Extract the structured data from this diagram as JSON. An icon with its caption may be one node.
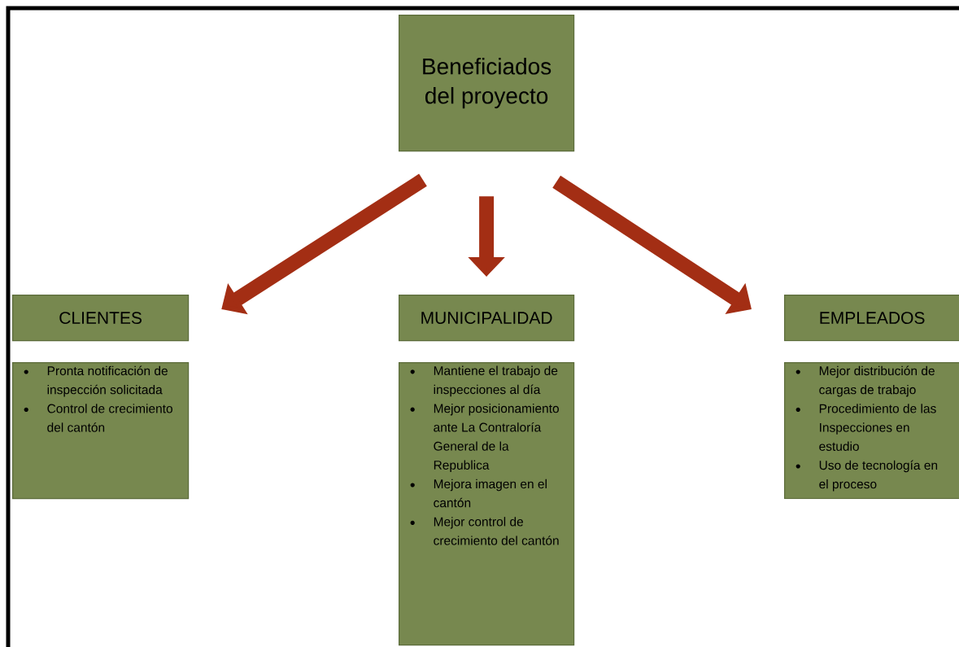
{
  "diagram": {
    "nodes": [
      {
        "text": [
          "Beneficiados del proyecto"
        ]
      },
      {
        "text": [
          "CLIENTES"
        ]
      },
      {
        "text": [
          "MUNICIPALIDAD"
        ]
      },
      {
        "text": [
          "EMPLEADOS"
        ]
      },
      {
        "text": [
          "Pronta notificación de inspección solicitada",
          "Control de crecimiento del cantón"
        ]
      },
      {
        "text": [
          "Mantiene el trabajo de inspecciones al día",
          "Mejor posicionamiento ante La Contraloría General de la Republica",
          "Mejora imagen en el cantón",
          "Mejor control de crecimiento del cantón"
        ]
      },
      {
        "text": [
          "Mejor distribución de cargas de trabajo",
          "Procedimiento de las Inspecciones en estudio",
          "Uso de tecnología en el proceso"
        ]
      }
    ],
    "edges": [
      {
        "from": 0,
        "to": 1,
        "arrow": "to"
      },
      {
        "from": 0,
        "to": 2,
        "arrow": "to"
      },
      {
        "from": 0,
        "to": 3,
        "arrow": "to"
      }
    ]
  }
}
